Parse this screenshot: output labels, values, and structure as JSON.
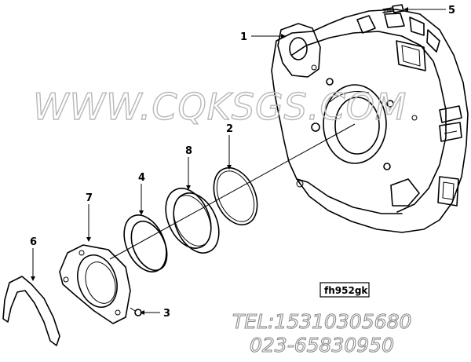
{
  "callouts": [
    {
      "number": "1",
      "part": "flywheel-housing"
    },
    {
      "number": "2",
      "part": "o-ring-seal"
    },
    {
      "number": "3",
      "part": "screw"
    },
    {
      "number": "4",
      "part": "rear-seal-ring"
    },
    {
      "number": "5",
      "part": "cap-screw"
    },
    {
      "number": "6",
      "part": "gasket"
    },
    {
      "number": "7",
      "part": "rear-cover"
    },
    {
      "number": "8",
      "part": "wear-sleeve"
    }
  ],
  "figure_code": "fh952gk",
  "watermark": "WWW.CQKSGS.COM",
  "contact": {
    "tel": "TEL:15310305680",
    "phone": "023-65830950"
  }
}
